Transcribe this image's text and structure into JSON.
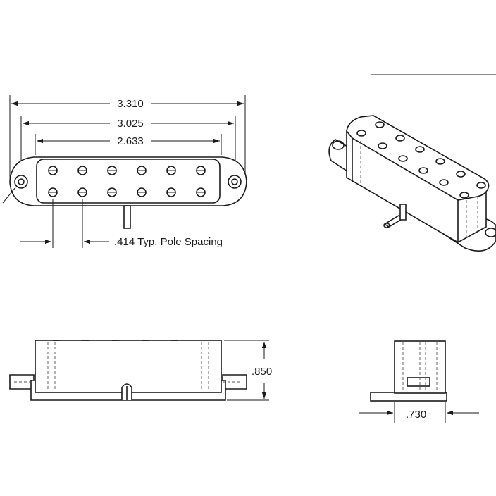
{
  "dimensions": {
    "overall_length": "3.310",
    "mount_spacing": "3.025",
    "pole_span": "2.633",
    "pole_spacing": ".414 Typ. Pole Spacing",
    "height": ".850",
    "width": ".730"
  }
}
